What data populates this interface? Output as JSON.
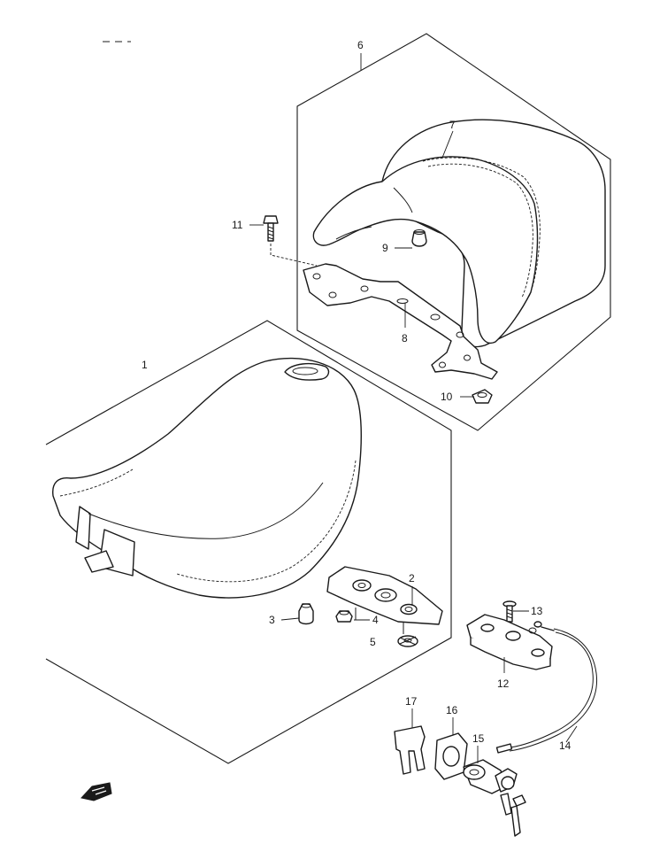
{
  "callouts": [
    {
      "id": "1",
      "label": "1"
    },
    {
      "id": "2",
      "label": "2"
    },
    {
      "id": "3",
      "label": "3"
    },
    {
      "id": "4",
      "label": "4"
    },
    {
      "id": "5",
      "label": "5"
    },
    {
      "id": "6",
      "label": "6"
    },
    {
      "id": "7",
      "label": "7"
    },
    {
      "id": "8",
      "label": "8"
    },
    {
      "id": "9",
      "label": "9"
    },
    {
      "id": "10",
      "label": "10"
    },
    {
      "id": "11",
      "label": "11"
    },
    {
      "id": "12",
      "label": "12"
    },
    {
      "id": "13",
      "label": "13"
    },
    {
      "id": "14",
      "label": "14"
    },
    {
      "id": "15",
      "label": "15"
    },
    {
      "id": "16",
      "label": "16"
    },
    {
      "id": "17",
      "label": "17"
    }
  ],
  "direction_badge": {
    "text": "FWD",
    "icon": "fwd-arrow-icon"
  }
}
